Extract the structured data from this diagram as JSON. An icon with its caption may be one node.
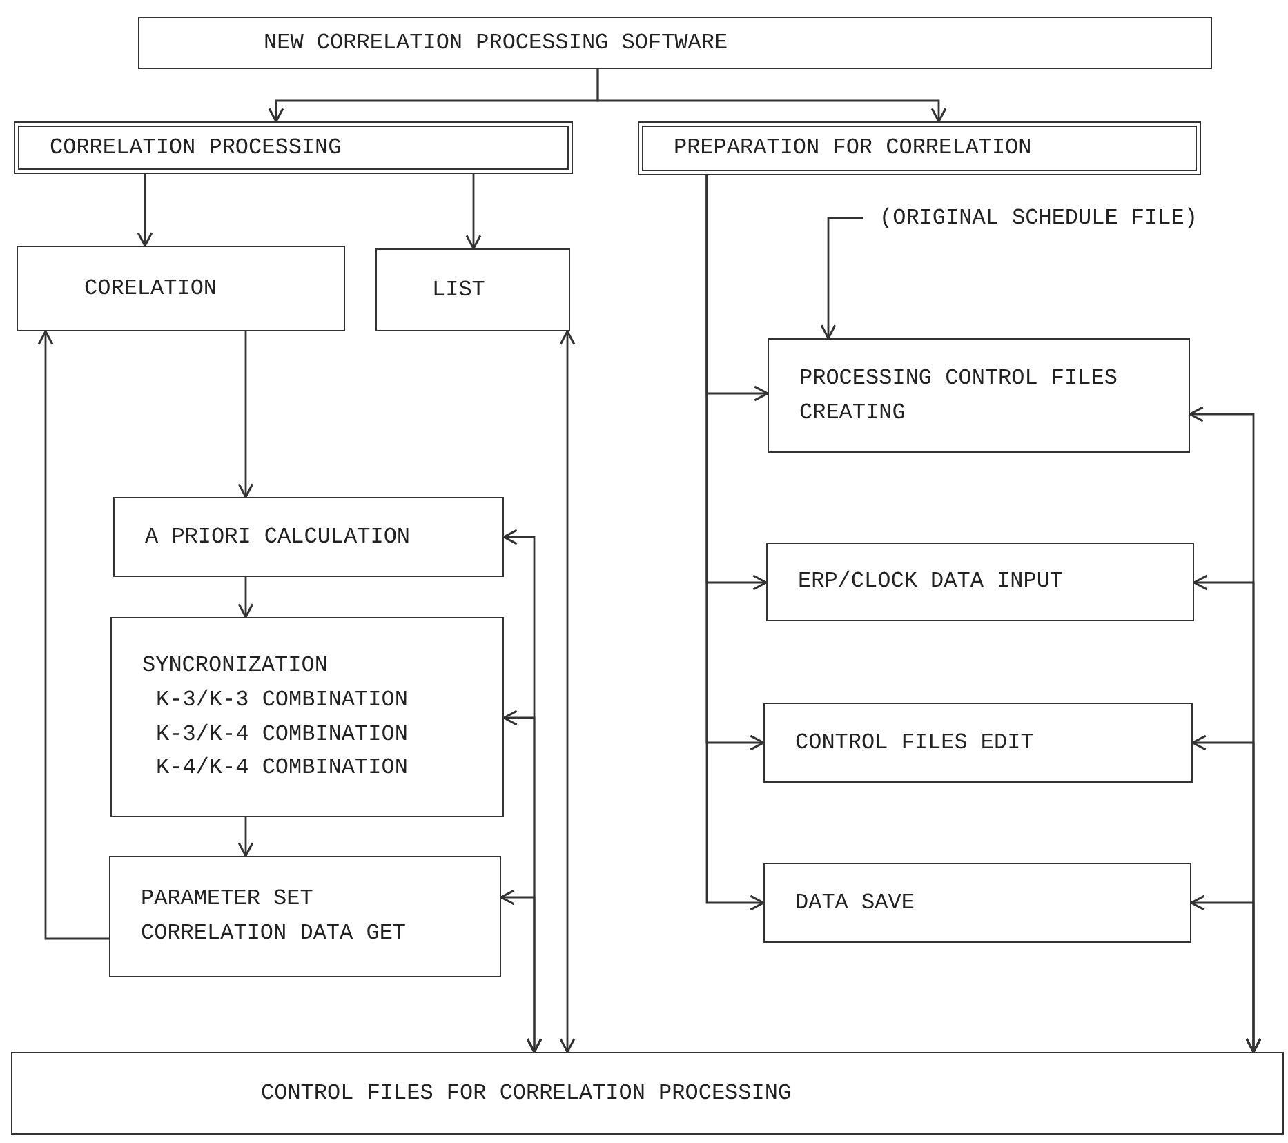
{
  "diagram": {
    "nodes": [
      {
        "text": [
          "NEW CORRELATION PROCESSING SOFTWARE"
        ]
      },
      {
        "text": [
          "CORRELATION PROCESSING"
        ]
      },
      {
        "text": [
          "PREPARATION FOR CORRELATION"
        ]
      },
      {
        "text": [
          "CORELATION"
        ]
      },
      {
        "text": [
          "LIST"
        ]
      },
      {
        "text": [
          "(ORIGINAL SCHEDULE FILE)"
        ]
      },
      {
        "text": [
          "PROCESSING CONTROL FILES CREATING"
        ]
      },
      {
        "text": [
          "A PRIORI CALCULATION"
        ]
      },
      {
        "text": [
          "ERP/CLOCK DATA INPUT"
        ]
      },
      {
        "text": [
          "SYNCRONIZATION",
          "K-3/K-3 COMBINATION",
          "K-3/K-4 COMBINATION",
          "K-4/K-4 COMBINATION"
        ]
      },
      {
        "text": [
          "CONTROL FILES EDIT"
        ]
      },
      {
        "text": [
          "PARAMETER SET",
          "CORRELATION DATA GET"
        ]
      },
      {
        "text": [
          "DATA SAVE"
        ]
      },
      {
        "text": [
          "CONTROL FILES FOR CORRELATION PROCESSING"
        ]
      }
    ],
    "edges": [
      {
        "from": 0,
        "to": 1,
        "arrow": "to"
      },
      {
        "from": 0,
        "to": 2,
        "arrow": "to"
      },
      {
        "from": 1,
        "to": 3,
        "arrow": "to"
      },
      {
        "from": 1,
        "to": 4,
        "arrow": "to"
      },
      {
        "from": 2,
        "to": 6,
        "arrow": "to"
      },
      {
        "from": 2,
        "to": 8,
        "arrow": "to"
      },
      {
        "from": 2,
        "to": 10,
        "arrow": "to"
      },
      {
        "from": 2,
        "to": 12,
        "arrow": "to"
      },
      {
        "from": 5,
        "to": 6,
        "arrow": "to"
      },
      {
        "from": 3,
        "to": 7,
        "arrow": "to"
      },
      {
        "from": 7,
        "to": 9,
        "arrow": "to"
      },
      {
        "from": 9,
        "to": 11,
        "arrow": "to"
      },
      {
        "from": 11,
        "to": 3,
        "arrow": "to"
      },
      {
        "from": 13,
        "to": 4,
        "arrow": "both"
      },
      {
        "from": 13,
        "to": 7,
        "arrow": "both"
      },
      {
        "from": 13,
        "to": 9,
        "arrow": "both"
      },
      {
        "from": 13,
        "to": 11,
        "arrow": "both"
      },
      {
        "from": 13,
        "to": 6,
        "arrow": "both"
      },
      {
        "from": 13,
        "to": 8,
        "arrow": "both"
      },
      {
        "from": 13,
        "to": 10,
        "arrow": "both"
      },
      {
        "from": 13,
        "to": 12,
        "arrow": "both"
      }
    ]
  }
}
